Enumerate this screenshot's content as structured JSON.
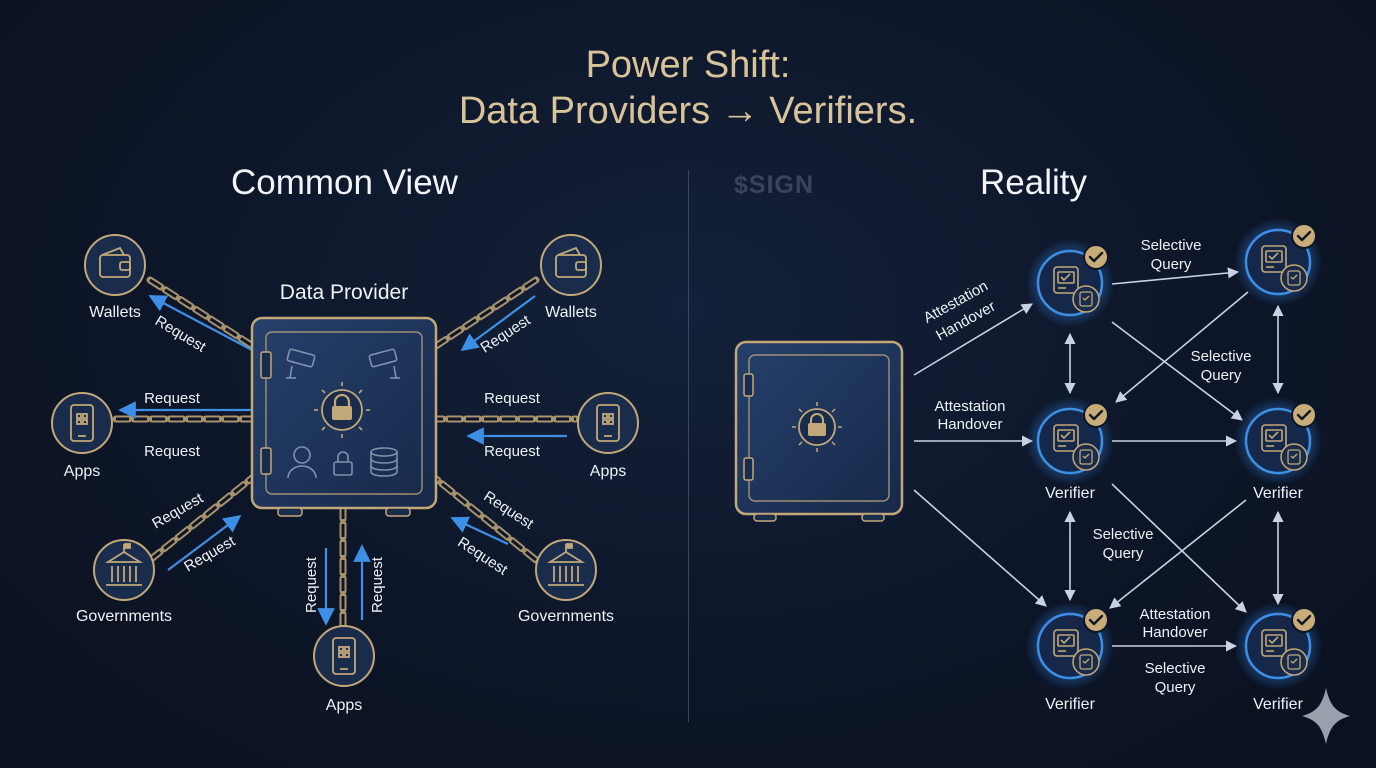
{
  "title": {
    "line1": "Power Shift:",
    "line2": "Data Providers → Verifiers."
  },
  "left": {
    "heading": "Common View",
    "center_label": "Data Provider",
    "entities": {
      "wallets_left": "Wallets",
      "wallets_right": "Wallets",
      "apps_left": "Apps",
      "apps_right": "Apps",
      "apps_bottom": "Apps",
      "governments_left": "Governments",
      "governments_right": "Governments"
    },
    "request_label": "Request"
  },
  "right": {
    "brand": "$SIGN",
    "heading": "Reality",
    "verifier_label": "Verifier",
    "attestation_handover_1": "Attestation",
    "attestation_handover_2": "Handover",
    "selective_query_1": "Selective",
    "selective_query_2": "Query"
  },
  "colors": {
    "title_gold": "#d9c49a",
    "accent_blue": "#3d8fe6",
    "chain_gold": "#c2a878",
    "node_glow": "#2f7fe0"
  },
  "icons": [
    "wallet-icon",
    "phone-icon",
    "government-building-icon",
    "lock-icon",
    "safe-icon",
    "camera-icon",
    "person-icon",
    "database-icon",
    "check-badge-icon",
    "sparkle-icon"
  ]
}
